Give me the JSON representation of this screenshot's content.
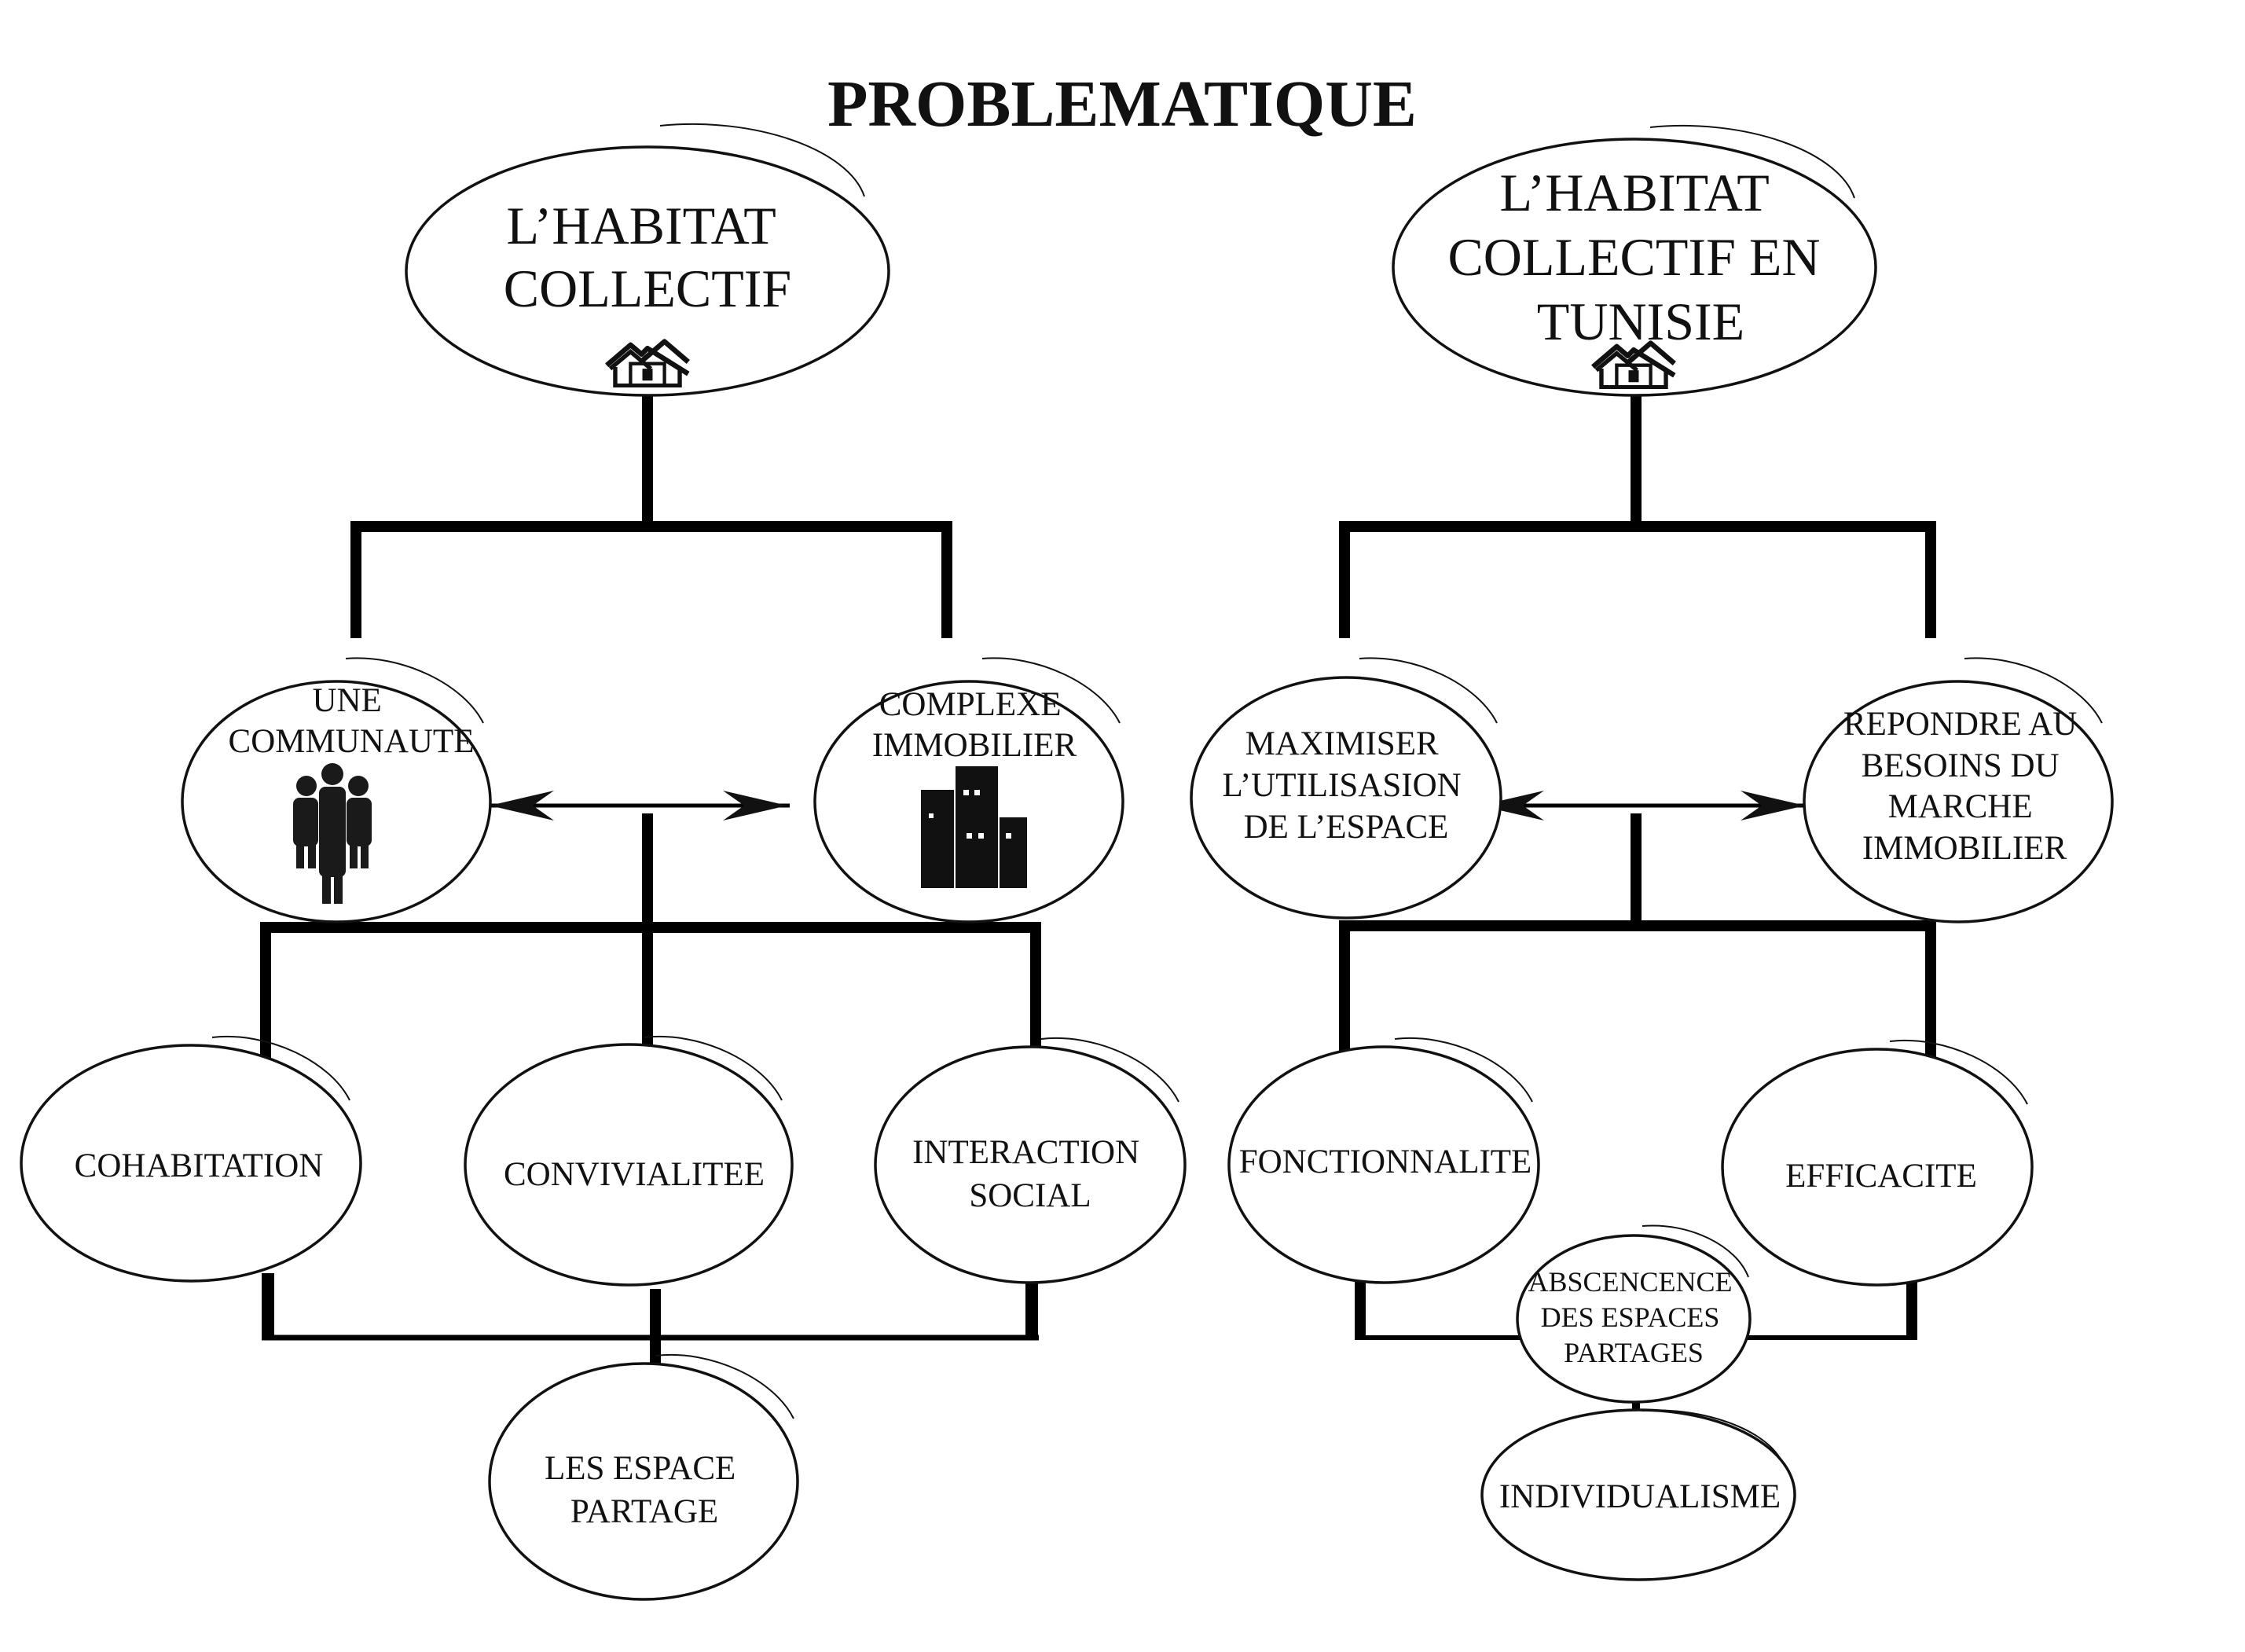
{
  "title": "PROBLEMATIQUE",
  "left": {
    "root": [
      "L’HABITAT",
      "COLLECTIF"
    ],
    "root_icon": "house-icon",
    "a": {
      "lines": [
        "UNE",
        "COMMUNAUTE"
      ],
      "icon": "people-group-icon"
    },
    "b": {
      "lines": [
        "COMPLEXE",
        "IMMOBILIER"
      ],
      "icon": "buildings-icon"
    },
    "c1": [
      "COHABITATION"
    ],
    "c2": [
      "CONVIVIALITEE"
    ],
    "c3": [
      "INTERACTION",
      "SOCIAL"
    ],
    "result": [
      "LES ESPACE",
      "PARTAGE"
    ]
  },
  "right": {
    "root": [
      "L’HABITAT",
      "COLLECTIF EN",
      "TUNISIE"
    ],
    "root_icon": "house-icon",
    "a": [
      "MAXIMISER",
      "L’UTILISASION",
      "DE L’ESPACE"
    ],
    "b": [
      "REPONDRE AU",
      "BESOINS DU",
      "MARCHE",
      "IMMOBILIER"
    ],
    "c1": [
      "FONCTIONNALITE"
    ],
    "c2": [
      "EFFICACITE"
    ],
    "mid": [
      "ABSCENCENCE",
      "DES ESPACES",
      "PARTAGES"
    ],
    "result": [
      "INDIVIDUALISME"
    ]
  }
}
